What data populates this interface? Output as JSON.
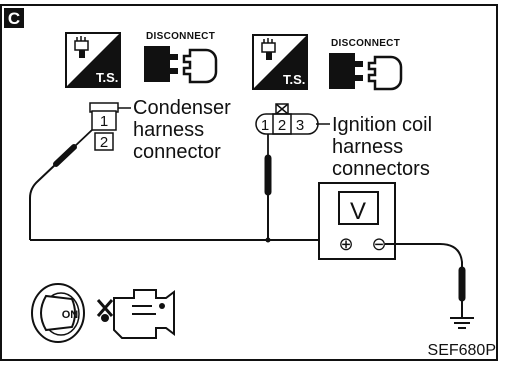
{
  "section_letter": "C",
  "disconnect_label": "DISCONNECT",
  "ts_label": "T.S.",
  "condenser_label": [
    "Condenser",
    "harness",
    "connector"
  ],
  "condenser_pins": [
    "1",
    "2"
  ],
  "ignition_label": [
    "Ignition coil",
    "harness",
    "connectors"
  ],
  "ignition_pins": [
    "1",
    "2",
    "3"
  ],
  "meter_symbol": "V",
  "meter_plus": "⊕",
  "meter_minus": "⊖",
  "switch_label": "ON",
  "figure_code": "SEF680P"
}
